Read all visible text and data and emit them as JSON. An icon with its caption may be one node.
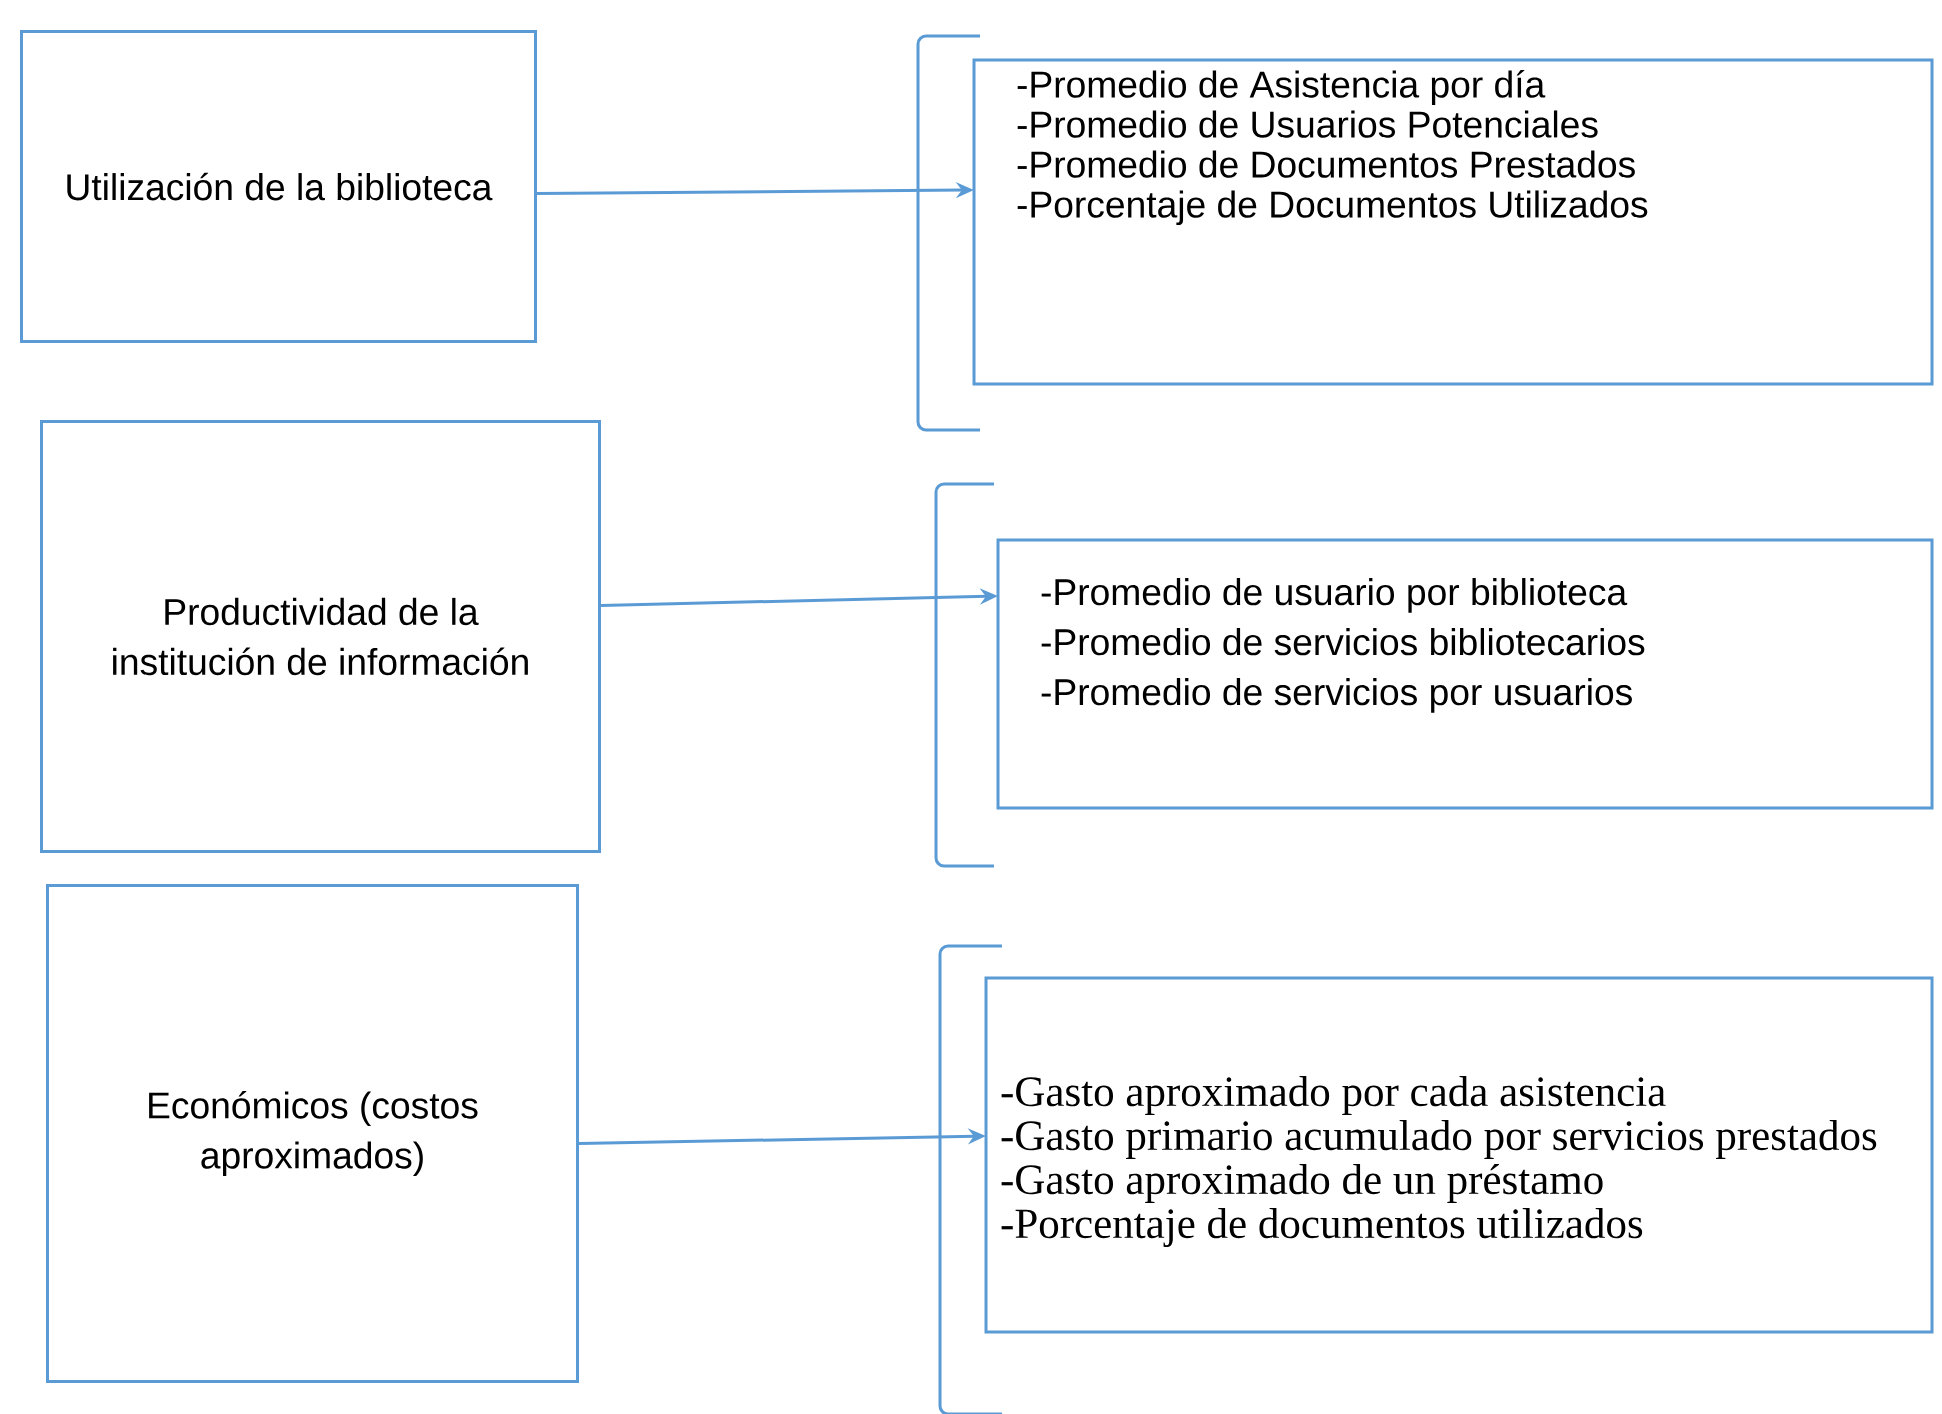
{
  "diagram": {
    "nodes": [
      {
        "text": [
          "Utilización de la biblioteca"
        ]
      },
      {
        "text": [
          "Productividad de la institución de información"
        ]
      },
      {
        "text": [
          "Económicos (costos aproximados)"
        ]
      },
      {
        "text": [
          "-Promedio de Asistencia por día",
          "-Promedio de Usuarios Potenciales",
          "-Promedio de Documentos Prestados",
          "-Porcentaje de Documentos Utilizados"
        ]
      },
      {
        "text": [
          "-Promedio de usuario por biblioteca",
          "-Promedio de servicios bibliotecarios",
          "-Promedio de servicios por usuarios"
        ]
      },
      {
        "text": [
          "-Gasto aproximado por cada asistencia",
          "-Gasto primario acumulado por servicios prestados",
          "-Gasto aproximado de un préstamo",
          "-Porcentaje de documentos utilizados"
        ]
      }
    ],
    "edges": [
      {
        "from": 0,
        "to": 3,
        "arrow": "to"
      },
      {
        "from": 1,
        "to": 4,
        "arrow": "to"
      },
      {
        "from": 2,
        "to": 5,
        "arrow": "to"
      }
    ]
  }
}
